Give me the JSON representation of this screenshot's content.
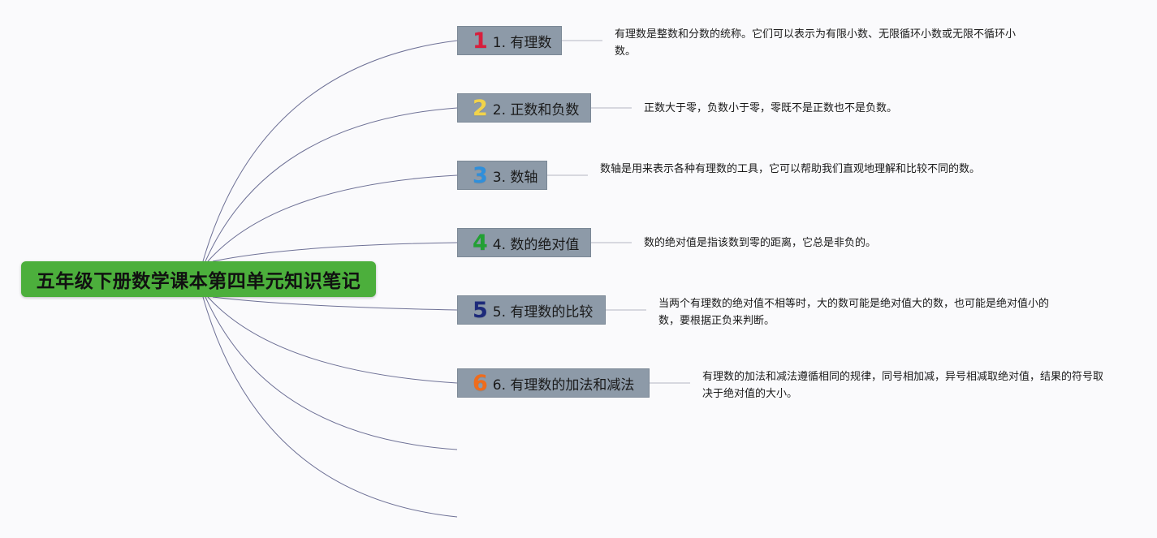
{
  "root": {
    "title": "五年级下册数学课本第四单元知识笔记"
  },
  "topics": [
    {
      "icon": "1",
      "label": "1. 有理数",
      "note": "有理数是整数和分数的统称。它们可以表示为有限小数、无限循环小数或无限不循环小数。"
    },
    {
      "icon": "2",
      "label": "2. 正数和负数",
      "note": "正数大于零，负数小于零，零既不是正数也不是负数。"
    },
    {
      "icon": "3",
      "label": "3. 数轴",
      "note": "数轴是用来表示各种有理数的工具，它可以帮助我们直观地理解和比较不同的数。"
    },
    {
      "icon": "4",
      "label": "4. 数的绝对值",
      "note": "数的绝对值是指该数到零的距离，它总是非负的。"
    },
    {
      "icon": "5",
      "label": "5. 有理数的比较",
      "note": "当两个有理数的绝对值不相等时，大的数可能是绝对值大的数，也可能是绝对值小的数，要根据正负来判断。"
    },
    {
      "icon": "6",
      "label": "6. 有理数的加法和减法",
      "note": "有理数的加法和减法遵循相同的规律，同号相加减，异号相减取绝对值，结果的符号取决于绝对值的大小。"
    }
  ],
  "colors": {
    "root_fill": "#4caf3c",
    "topic_fill": "#8d9aa8",
    "connector": "#6e7196",
    "icon_1": "#d81e3c",
    "icon_2": "#f2d34a",
    "icon_3": "#2f8fdb",
    "icon_4": "#22a033",
    "icon_5": "#1d2a7a",
    "icon_6": "#ef6c1c"
  }
}
